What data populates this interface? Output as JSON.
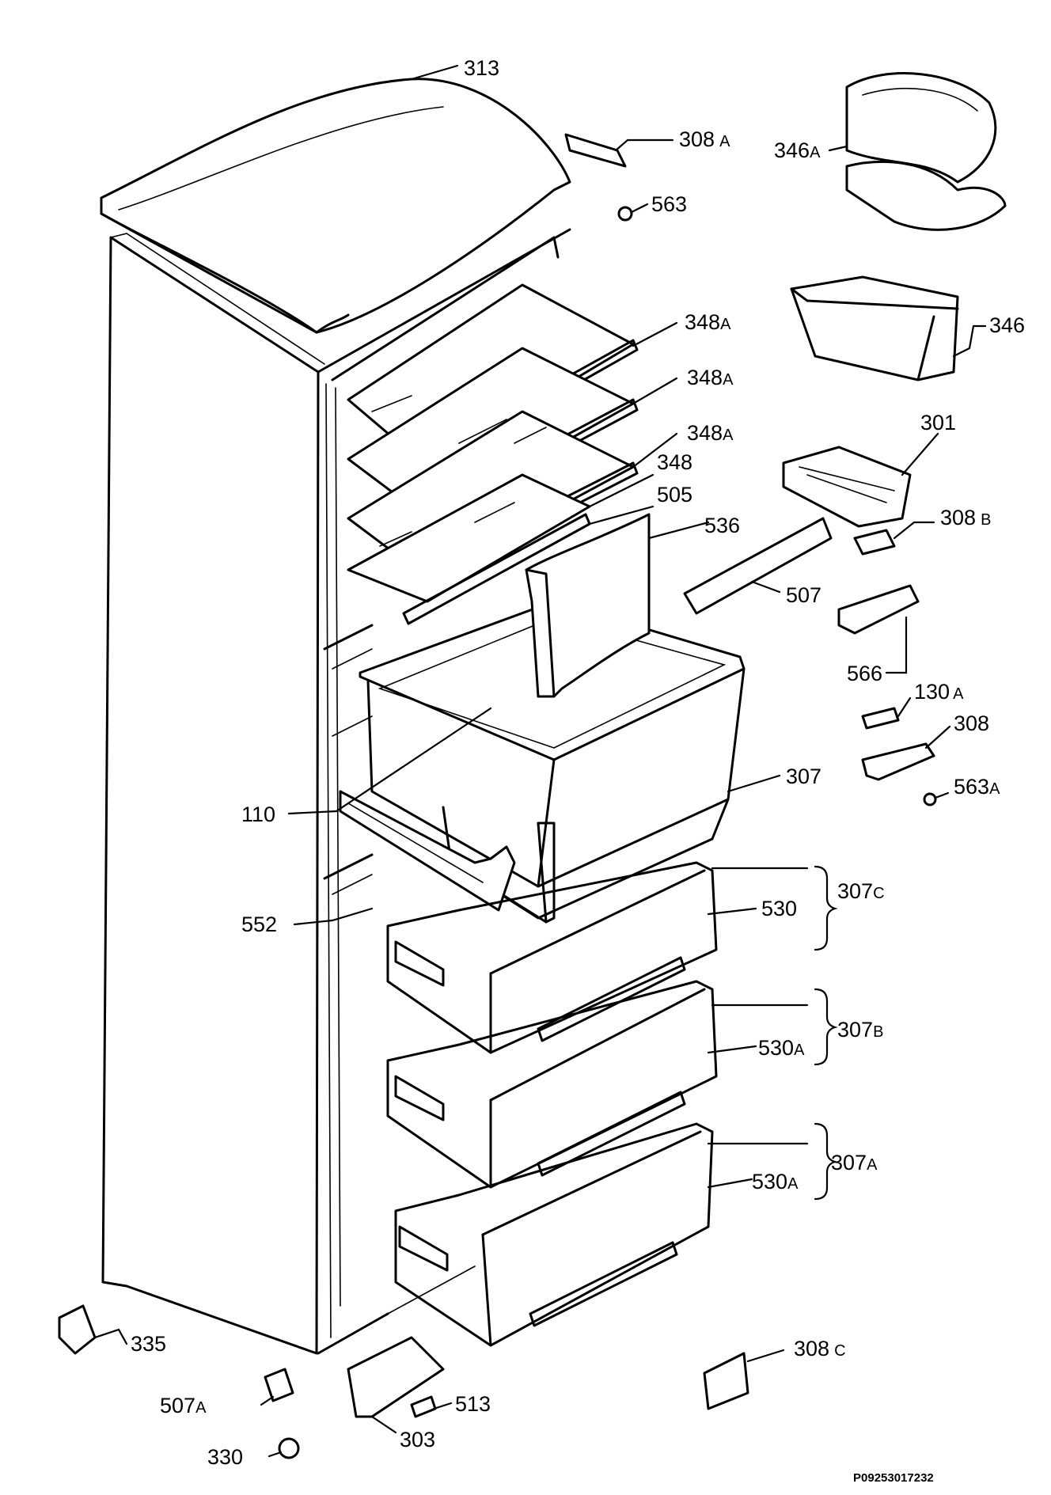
{
  "drawing_code": "P09253017232",
  "labels": [
    {
      "id": "313",
      "main": "313",
      "suffix": ""
    },
    {
      "id": "308A",
      "main": "308",
      "suffix": "A"
    },
    {
      "id": "346A",
      "main": "346",
      "suffix": "A"
    },
    {
      "id": "563",
      "main": "563",
      "suffix": ""
    },
    {
      "id": "346",
      "main": "346",
      "suffix": ""
    },
    {
      "id": "348A-1",
      "main": "348",
      "suffix": "A"
    },
    {
      "id": "348A-2",
      "main": "348",
      "suffix": "A"
    },
    {
      "id": "348A-3",
      "main": "348",
      "suffix": "A"
    },
    {
      "id": "301",
      "main": "301",
      "suffix": ""
    },
    {
      "id": "348",
      "main": "348",
      "suffix": ""
    },
    {
      "id": "505",
      "main": "505",
      "suffix": ""
    },
    {
      "id": "308B",
      "main": "308",
      "suffix": "B"
    },
    {
      "id": "536",
      "main": "536",
      "suffix": ""
    },
    {
      "id": "507",
      "main": "507",
      "suffix": ""
    },
    {
      "id": "566",
      "main": "566",
      "suffix": ""
    },
    {
      "id": "130A",
      "main": "130",
      "suffix": "A"
    },
    {
      "id": "308",
      "main": "308",
      "suffix": ""
    },
    {
      "id": "307",
      "main": "307",
      "suffix": ""
    },
    {
      "id": "563A",
      "main": "563",
      "suffix": "A"
    },
    {
      "id": "110",
      "main": "110",
      "suffix": ""
    },
    {
      "id": "307C",
      "main": "307",
      "suffix": "C"
    },
    {
      "id": "530",
      "main": "530",
      "suffix": ""
    },
    {
      "id": "552",
      "main": "552",
      "suffix": ""
    },
    {
      "id": "307B",
      "main": "307",
      "suffix": "B"
    },
    {
      "id": "530A-1",
      "main": "530",
      "suffix": "A"
    },
    {
      "id": "307A",
      "main": "307",
      "suffix": "A"
    },
    {
      "id": "530A-2",
      "main": "530",
      "suffix": "A"
    },
    {
      "id": "335",
      "main": "335",
      "suffix": ""
    },
    {
      "id": "308C",
      "main": "308",
      "suffix": "C"
    },
    {
      "id": "513",
      "main": "513",
      "suffix": ""
    },
    {
      "id": "507A",
      "main": "507",
      "suffix": "A"
    },
    {
      "id": "303",
      "main": "303",
      "suffix": ""
    },
    {
      "id": "330",
      "main": "330",
      "suffix": ""
    }
  ]
}
